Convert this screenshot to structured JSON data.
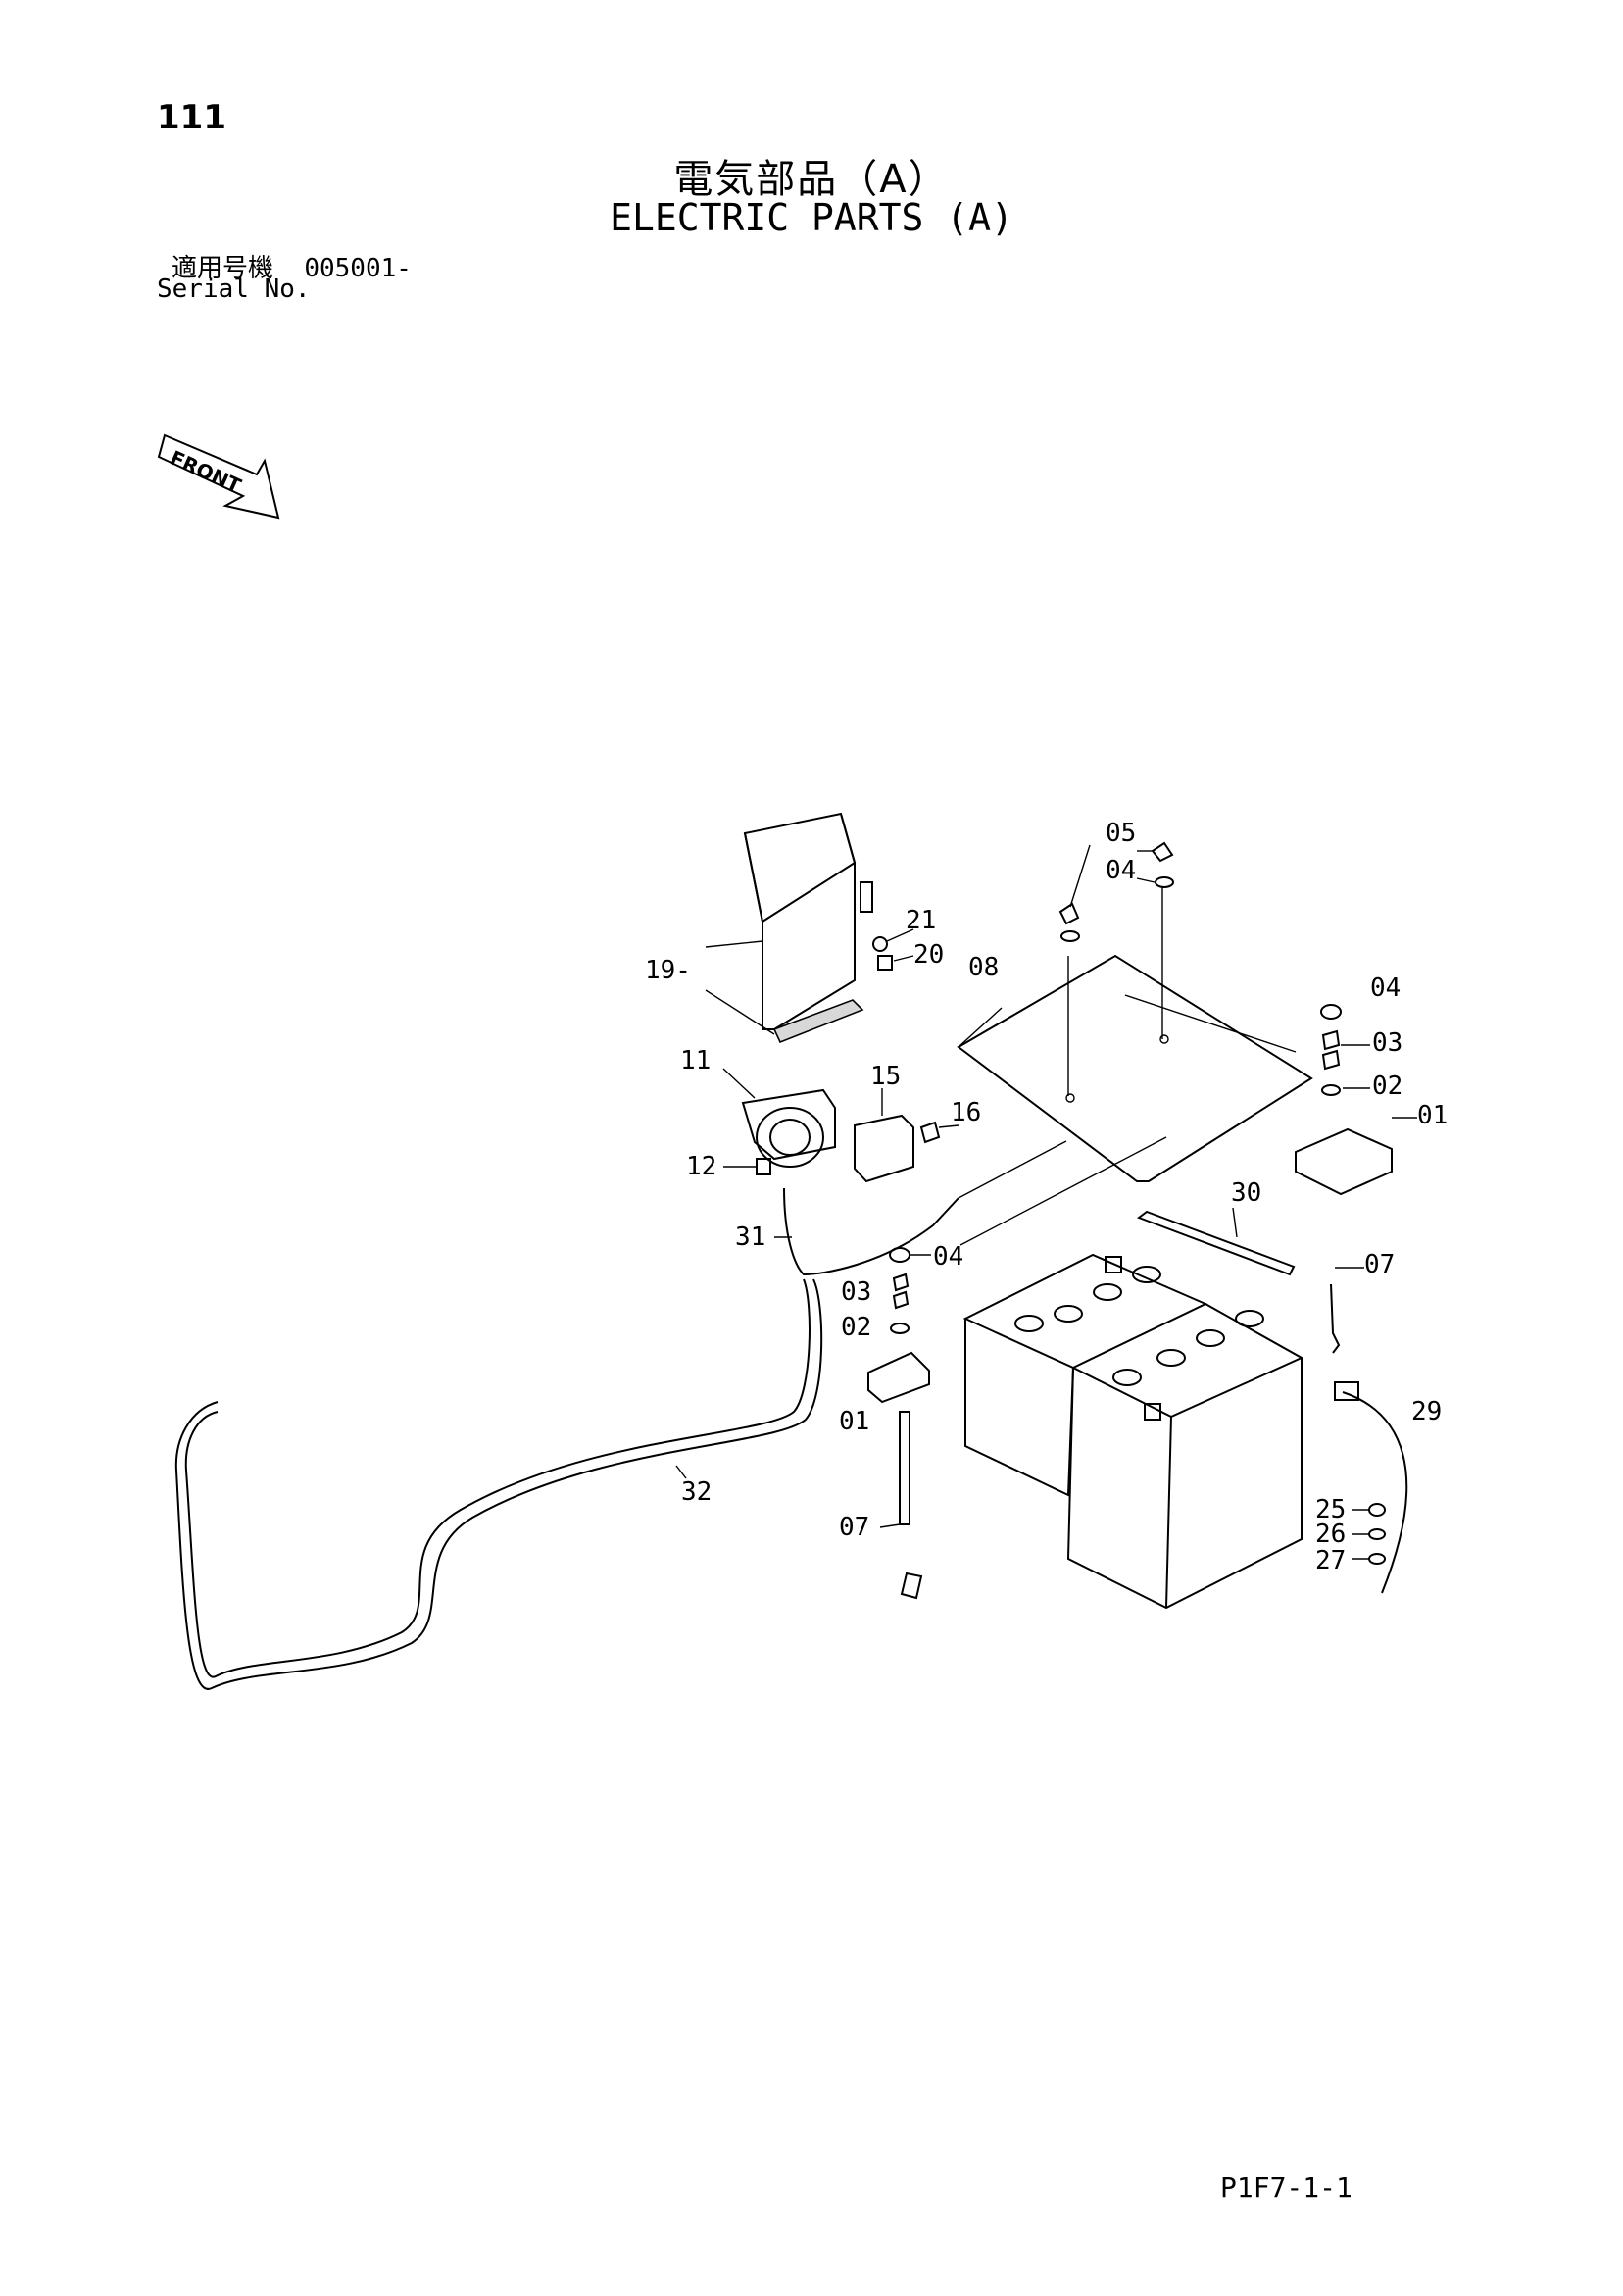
{
  "header": {
    "page_number": "111",
    "title_ja": "電気部品（A）",
    "title_en": "ELECTRIC PARTS (A)",
    "serial_label_ja": "適用号機",
    "serial_value": "005001-",
    "serial_label_en": "Serial No."
  },
  "front_indicator": {
    "label": "FRONT"
  },
  "part_labels": {
    "p05": "05",
    "p04_top": "04",
    "p21": "21",
    "p20": "20",
    "p19": "19-",
    "p08": "08",
    "p04_right": "04",
    "p03_right": "03",
    "p02_right": "02",
    "p01_right": "01",
    "p11": "11",
    "p15": "15",
    "p16": "16",
    "p12": "12",
    "p30": "30",
    "p31": "31",
    "p04_mid": "04",
    "p07_right": "07",
    "p03_left": "03",
    "p02_left": "02",
    "p01_left": "01",
    "p29": "29",
    "p32": "32",
    "p25": "25",
    "p26": "26",
    "p07_left": "07",
    "p27": "27"
  },
  "footer": {
    "page_code": "P1F7-1-1"
  }
}
